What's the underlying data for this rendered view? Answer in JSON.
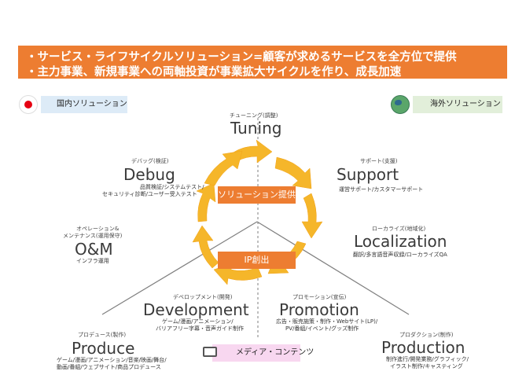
{
  "banner": {
    "line1": "・サービス・ライフサイクルソリューション=顧客が求めるサービスを全方位で提供",
    "line2": "・主力事業、新規事業への両軸投資が事業拡大サイクルを作り、成長加速"
  },
  "tags": {
    "domestic": "国内ソリューション",
    "overseas": "海外ソリューション",
    "media": "メディア・コンテンツ"
  },
  "center": {
    "solution": "ソリューション提供",
    "ip": "IP創出"
  },
  "stages": {
    "tuning": {
      "sub": "チューニング(調整)",
      "title": "Tuning"
    },
    "debug": {
      "sub": "デバッグ(検証)",
      "title": "Debug",
      "d1": "品質検証/システムテスト/",
      "d2": "セキュリティ診断/ユーザー受入テスト"
    },
    "support": {
      "sub": "サポート(支援)",
      "title": "Support",
      "d1": "運営サポート/カスタマーサポート"
    },
    "om": {
      "sub1": "オペレーション&",
      "sub2": "メンテナンス(運用保守)",
      "title": "O&M",
      "d1": "インフラ運用"
    },
    "localization": {
      "sub": "ローカライズ(地域化)",
      "title": "Localization",
      "d1": "翻訳/多言語音声収録/ローカライズQA"
    },
    "development": {
      "sub": "デベロップメント(開発)",
      "title": "Development",
      "d1": "ゲーム/漫画/アニメーション/",
      "d2": "バリアフリー字幕・音声ガイド制作"
    },
    "promotion": {
      "sub": "プロモーション(宣伝)",
      "title": "Promotion",
      "d1": "広告・販売施策・制作・Webサイト(LP)/",
      "d2": "PV/番組/イベント/グッズ制作"
    },
    "produce": {
      "sub": "プロデュース(製作)",
      "title": "Produce",
      "d1": "ゲーム/漫画/アニメーション/音楽/映画/舞台/",
      "d2": "動画/番組/ウェブサイト/商品プロデュース"
    },
    "production": {
      "sub": "プロダクション(制作)",
      "title": "Production",
      "d1": "制作進行/開発業務/グラフィック/",
      "d2": "イラスト制作/キャスティング"
    }
  },
  "colors": {
    "accent": "#ed7d31",
    "arrow": "#f5b62a",
    "line": "#7f7f7f"
  },
  "icons": {
    "domestic": "japan-flag-icon",
    "overseas": "globe-icon",
    "media": "tv-icon"
  }
}
